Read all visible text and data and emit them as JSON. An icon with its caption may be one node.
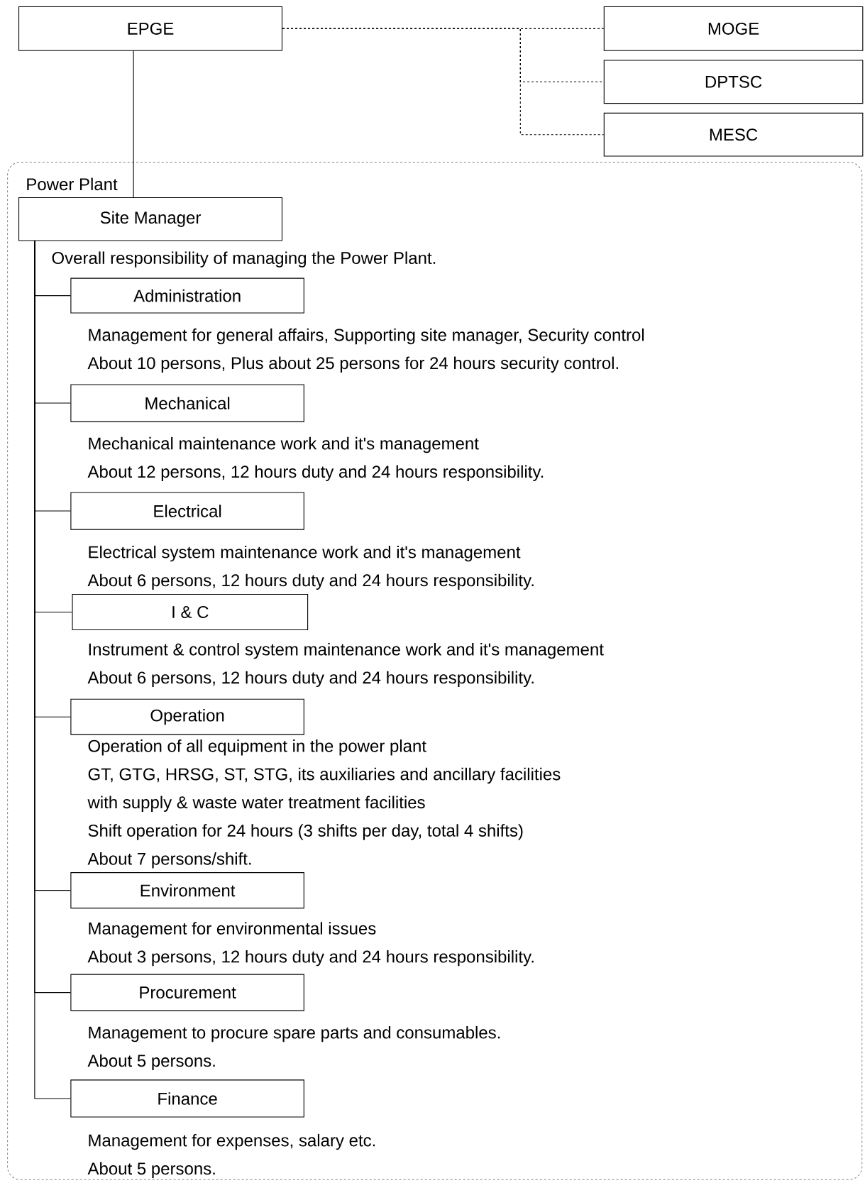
{
  "diagram": {
    "nodes": [
      {
        "text": [
          "EPGE"
        ]
      },
      {
        "text": [
          "MOGE"
        ]
      },
      {
        "text": [
          "DPTSC"
        ]
      },
      {
        "text": [
          "MESC"
        ]
      },
      {
        "text": [
          "Power Plant"
        ]
      },
      {
        "text": [
          "Site Manager"
        ],
        "in": 4,
        "beside": [
          "Overall responsibility of managing the Power Plant."
        ]
      },
      {
        "text": [
          "Administration"
        ],
        "in": 4,
        "beside": [
          "Management for general affairs, Supporting site manager, Security control",
          "About 10 persons, Plus about 25 persons for 24 hours security control."
        ]
      },
      {
        "text": [
          "Mechanical"
        ],
        "in": 4,
        "beside": [
          "Mechanical maintenance work and it's management",
          "About 12 persons, 12 hours duty and 24 hours responsibility."
        ]
      },
      {
        "text": [
          "Electrical"
        ],
        "in": 4,
        "beside": [
          "Electrical system maintenance work and it's management",
          "About 6 persons, 12 hours duty and 24 hours responsibility."
        ]
      },
      {
        "text": [
          "I & C"
        ],
        "in": 4,
        "beside": [
          "Instrument & control system maintenance work and it's management",
          "About 6 persons, 12 hours duty and 24 hours responsibility."
        ]
      },
      {
        "text": [
          "Operation"
        ],
        "in": 4,
        "beside": [
          "Operation of all equipment in the power plant",
          "GT, GTG, HRSG, ST, STG, its auxiliaries and ancillary facilities",
          "with supply & waste water treatment facilities",
          "Shift operation for 24 hours (3 shifts per day, total 4 shifts)",
          "About 7 persons/shift."
        ]
      },
      {
        "text": [
          "Environment"
        ],
        "in": 4,
        "beside": [
          "Management for environmental issues",
          "About 3 persons, 12 hours duty and 24 hours responsibility."
        ]
      },
      {
        "text": [
          "Procurement"
        ],
        "in": 4,
        "beside": [
          "Management to procure spare parts and consumables.",
          "About 5 persons."
        ]
      },
      {
        "text": [
          "Finance"
        ],
        "in": 4,
        "beside": [
          "Management for expenses, salary etc.",
          "About 5 persons."
        ]
      }
    ],
    "edges": [
      {
        "from": 0,
        "to": 1,
        "arrow": "none",
        "style": "dashed"
      },
      {
        "from": 0,
        "to": 2,
        "arrow": "none",
        "style": "dashed"
      },
      {
        "from": 0,
        "to": 3,
        "arrow": "none",
        "style": "dashed"
      },
      {
        "from": 0,
        "to": 5,
        "arrow": "none"
      },
      {
        "from": 5,
        "to": 6,
        "arrow": "none"
      },
      {
        "from": 5,
        "to": 7,
        "arrow": "none"
      },
      {
        "from": 5,
        "to": 8,
        "arrow": "none"
      },
      {
        "from": 5,
        "to": 9,
        "arrow": "none"
      },
      {
        "from": 5,
        "to": 10,
        "arrow": "none"
      },
      {
        "from": 5,
        "to": 11,
        "arrow": "none"
      },
      {
        "from": 5,
        "to": 12,
        "arrow": "none"
      },
      {
        "from": 5,
        "to": 13,
        "arrow": "none"
      }
    ]
  }
}
